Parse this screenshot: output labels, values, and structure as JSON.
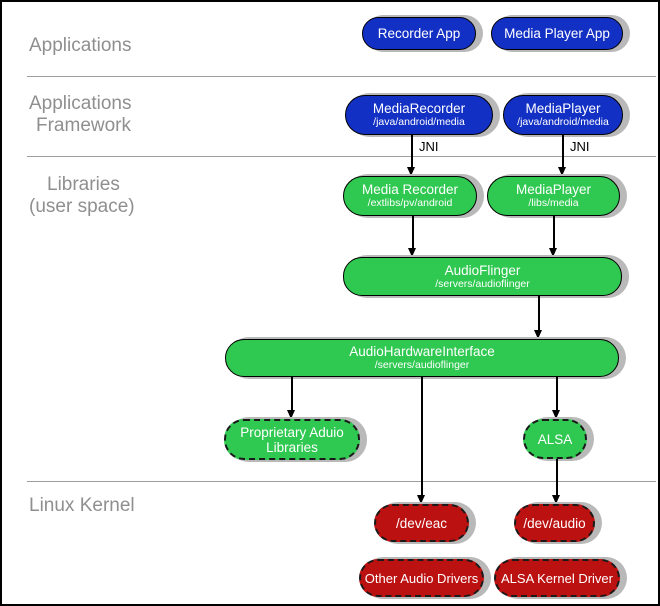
{
  "sections": {
    "applications": "Applications",
    "framework_line1": "Applications",
    "framework_line2": "Framework",
    "libraries_line1": "Libraries",
    "libraries_line2": "(user space)",
    "kernel": "Linux Kernel"
  },
  "jni": {
    "label": "JNI"
  },
  "nodes": {
    "recorder_app": {
      "title": "Recorder App"
    },
    "media_player_app": {
      "title": "Media Player App"
    },
    "media_recorder_fw": {
      "title": "MediaRecorder",
      "subtitle": "/java/android/media"
    },
    "media_player_fw": {
      "title": "MediaPlayer",
      "subtitle": "/java/android/media"
    },
    "media_recorder_lib": {
      "title": "Media Recorder",
      "subtitle": "/extlibs/pv/android"
    },
    "media_player_lib": {
      "title": "MediaPlayer",
      "subtitle": "/libs/media"
    },
    "audio_flinger": {
      "title": "AudioFlinger",
      "subtitle": "/servers/audioflinger"
    },
    "audio_hw_interface": {
      "title": "AudioHardwareInterface",
      "subtitle": "/servers/audioflinger"
    },
    "proprietary_audio": {
      "title": "Proprietary Aduio",
      "title2": "Libraries"
    },
    "alsa": {
      "title": "ALSA"
    },
    "dev_eac": {
      "title": "/dev/eac"
    },
    "dev_audio": {
      "title": "/dev/audio"
    },
    "other_audio_drivers": {
      "title": "Other Audio Drivers"
    },
    "alsa_kernel_driver": {
      "title": "ALSA Kernel Driver"
    }
  },
  "colors": {
    "app_blue": "#1330c4",
    "lib_green": "#2fc850",
    "kernel_red": "#bb1111",
    "shadow_gray": "#b9b9b9",
    "label_gray": "#8f8f8f"
  }
}
